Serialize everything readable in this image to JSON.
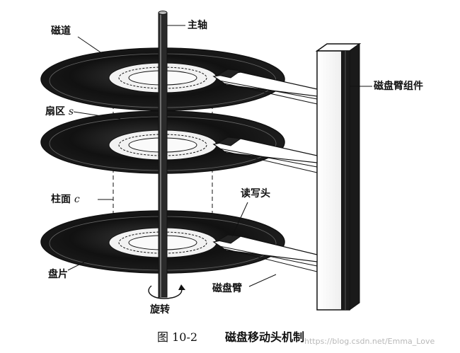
{
  "labels": {
    "spindle": "主轴",
    "track": "磁道",
    "sector_text": "扇区",
    "sector_var": "s",
    "arm_assembly": "磁盘臂组件",
    "cylinder_text": "柱面",
    "cylinder_var": "c",
    "read_write_head": "读写头",
    "platter": "盘片",
    "disk_arm": "磁盘臂",
    "rotation": "旋转"
  },
  "caption": {
    "figure_number": "图 10-2",
    "title": "磁盘移动头机制"
  },
  "watermark": "https://blog.csdn.net/Emma_Love",
  "colors": {
    "ink": "#111111",
    "platter_dark": "#151515",
    "hub_light": "#f2f2f2",
    "arm_block_dark": "#1a1a1a",
    "watermark": "#b8b8b8"
  }
}
